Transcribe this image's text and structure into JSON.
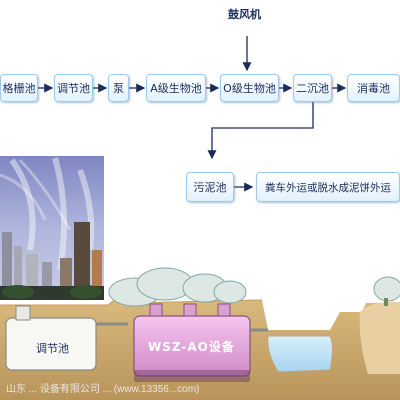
{
  "process": {
    "blower": "鼓风机",
    "steps": [
      "格栅池",
      "调节池",
      "泵",
      "A级生物池",
      "O级生物池",
      "二沉池",
      "消毒池"
    ],
    "sludge_tank": "污泥池",
    "sludge_disposal": "粪车外运或脱水成泥饼外运"
  },
  "scene": {
    "tank_label": "调节池",
    "equipment_label": "WSZ-AO设备"
  },
  "watermark": "山东 ... 设备有限公司 ... (www.13356...com)"
}
